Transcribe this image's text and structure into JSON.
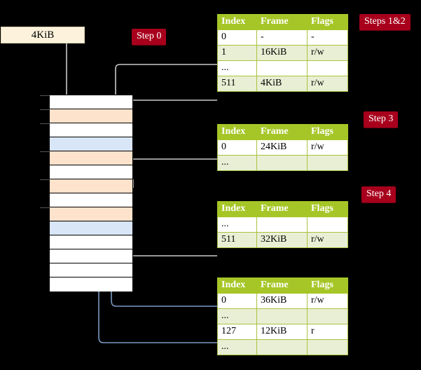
{
  "diagram": {
    "title_box": {
      "label": "4KiB"
    },
    "badges": [
      {
        "name": "step-0",
        "label": "Step 0"
      },
      {
        "name": "steps-1-2",
        "label": "Steps 1&2"
      },
      {
        "name": "step-3",
        "label": "Step 3"
      },
      {
        "name": "step-4",
        "label": "Step 4"
      }
    ],
    "memory_column": {
      "rows": [
        {
          "fill": "white"
        },
        {
          "fill": "orange"
        },
        {
          "fill": "white"
        },
        {
          "fill": "blue"
        },
        {
          "fill": "orange"
        },
        {
          "fill": "white"
        },
        {
          "fill": "orange"
        },
        {
          "fill": "white"
        },
        {
          "fill": "orange"
        },
        {
          "fill": "blue"
        },
        {
          "fill": "white"
        },
        {
          "fill": "white"
        },
        {
          "fill": "white"
        },
        {
          "fill": "white"
        }
      ]
    },
    "tables": [
      {
        "name": "page-table-level-1",
        "headers": [
          "Index",
          "Frame",
          "Flags"
        ],
        "rows": [
          {
            "cells": [
              "0",
              "-",
              "-"
            ],
            "band": "white",
            "highlight": false
          },
          {
            "cells": [
              "1",
              "16KiB",
              "r/w"
            ],
            "band": "alt",
            "highlight": false
          },
          {
            "cells": [
              "...",
              "",
              ""
            ],
            "band": "white",
            "highlight": false
          },
          {
            "cells": [
              "511",
              "4KiB",
              "r/w"
            ],
            "band": "alt",
            "highlight": true
          }
        ]
      },
      {
        "name": "page-table-level-2",
        "headers": [
          "Index",
          "Frame",
          "Flags"
        ],
        "rows": [
          {
            "cells": [
              "0",
              "24KiB",
              "r/w"
            ],
            "band": "white",
            "highlight": false
          },
          {
            "cells": [
              "...",
              "",
              ""
            ],
            "band": "alt",
            "highlight": false
          }
        ]
      },
      {
        "name": "page-table-level-3",
        "headers": [
          "Index",
          "Frame",
          "Flags"
        ],
        "rows": [
          {
            "cells": [
              "...",
              "",
              ""
            ],
            "band": "white",
            "highlight": false
          },
          {
            "cells": [
              "511",
              "32KiB",
              "r/w"
            ],
            "band": "alt",
            "highlight": false
          }
        ]
      },
      {
        "name": "page-table-level-4",
        "headers": [
          "Index",
          "Frame",
          "Flags"
        ],
        "rows": [
          {
            "cells": [
              "0",
              "36KiB",
              "r/w"
            ],
            "band": "white",
            "highlight": false
          },
          {
            "cells": [
              "...",
              "",
              ""
            ],
            "band": "alt",
            "highlight": false
          },
          {
            "cells": [
              "127",
              "12KiB",
              "r"
            ],
            "band": "white",
            "highlight": false
          },
          {
            "cells": [
              "...",
              "",
              ""
            ],
            "band": "alt",
            "highlight": false
          }
        ]
      }
    ],
    "colors": {
      "badge_bg": "#a8001c",
      "header_bg": "#a6c627",
      "alt_row_bg": "#e9efd4",
      "highlight_bg": "#f8f89a",
      "frame_orange": "#fde2cc",
      "frame_blue": "#d8e6f7",
      "box_cream": "#fdf3dc",
      "arrow_gray": "#c8c8c8",
      "arrow_blue": "#5e82b5"
    }
  }
}
